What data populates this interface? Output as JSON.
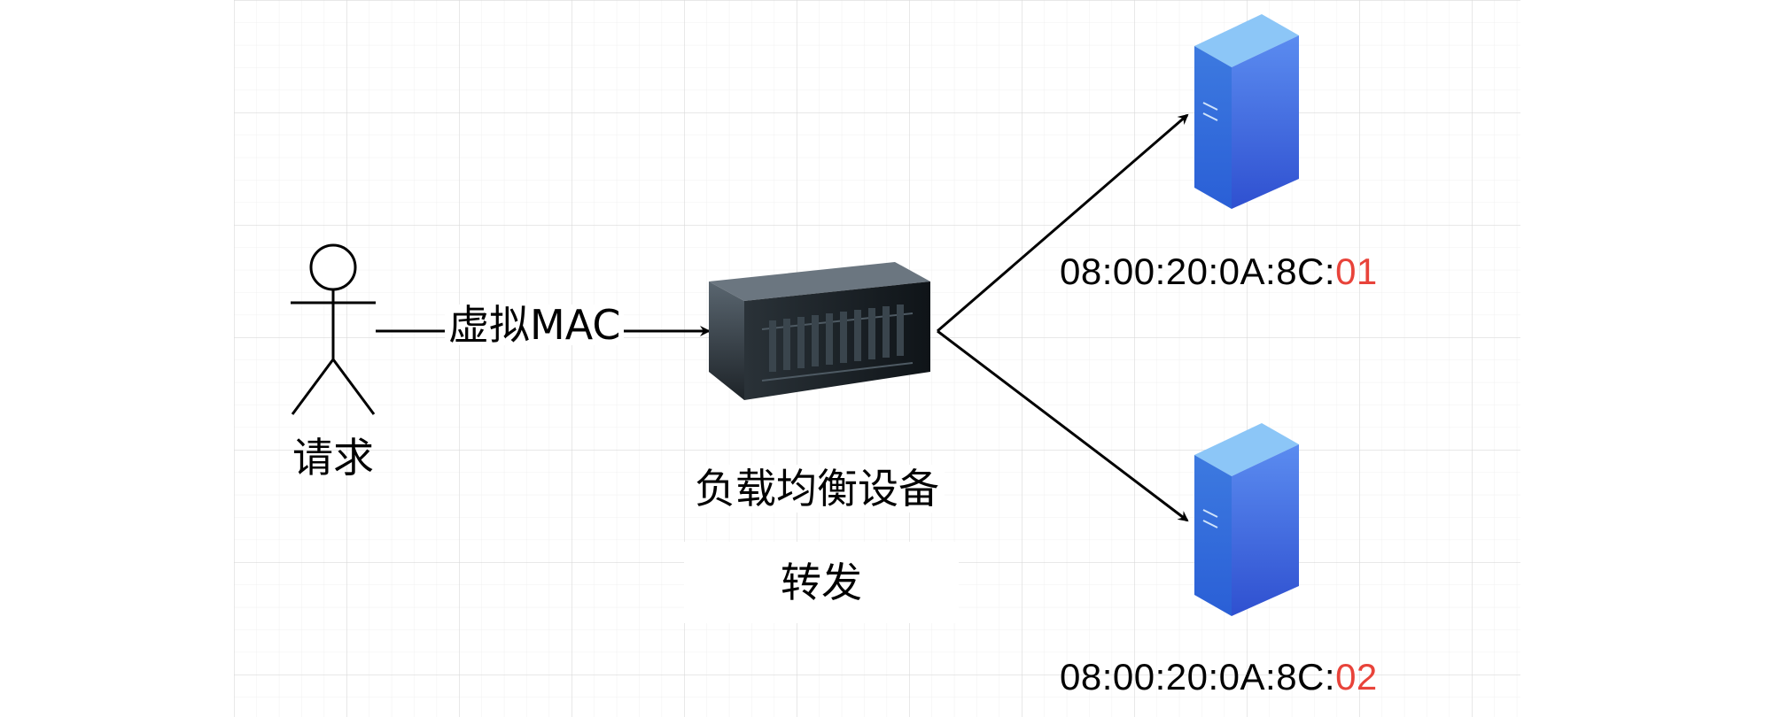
{
  "request_label": "请求",
  "virtual_mac_label": "虚拟MAC",
  "load_balancer_label": "负载均衡设备",
  "forward_label": "转发",
  "servers": [
    {
      "mac_prefix": "08:00:20:0A:8C:",
      "mac_suffix": "01"
    },
    {
      "mac_prefix": "08:00:20:0A:8C:",
      "mac_suffix": "02"
    }
  ],
  "colors": {
    "mac_suffix": "#e8433a",
    "grid": "#e6e6e6",
    "server_front": "#3f6fe8",
    "server_top": "#7fb8f4",
    "server_side": "#2b4fc4"
  },
  "icons": {
    "user": "stick-figure-icon",
    "load_balancer": "rack-server-icon",
    "server": "tower-server-icon"
  }
}
